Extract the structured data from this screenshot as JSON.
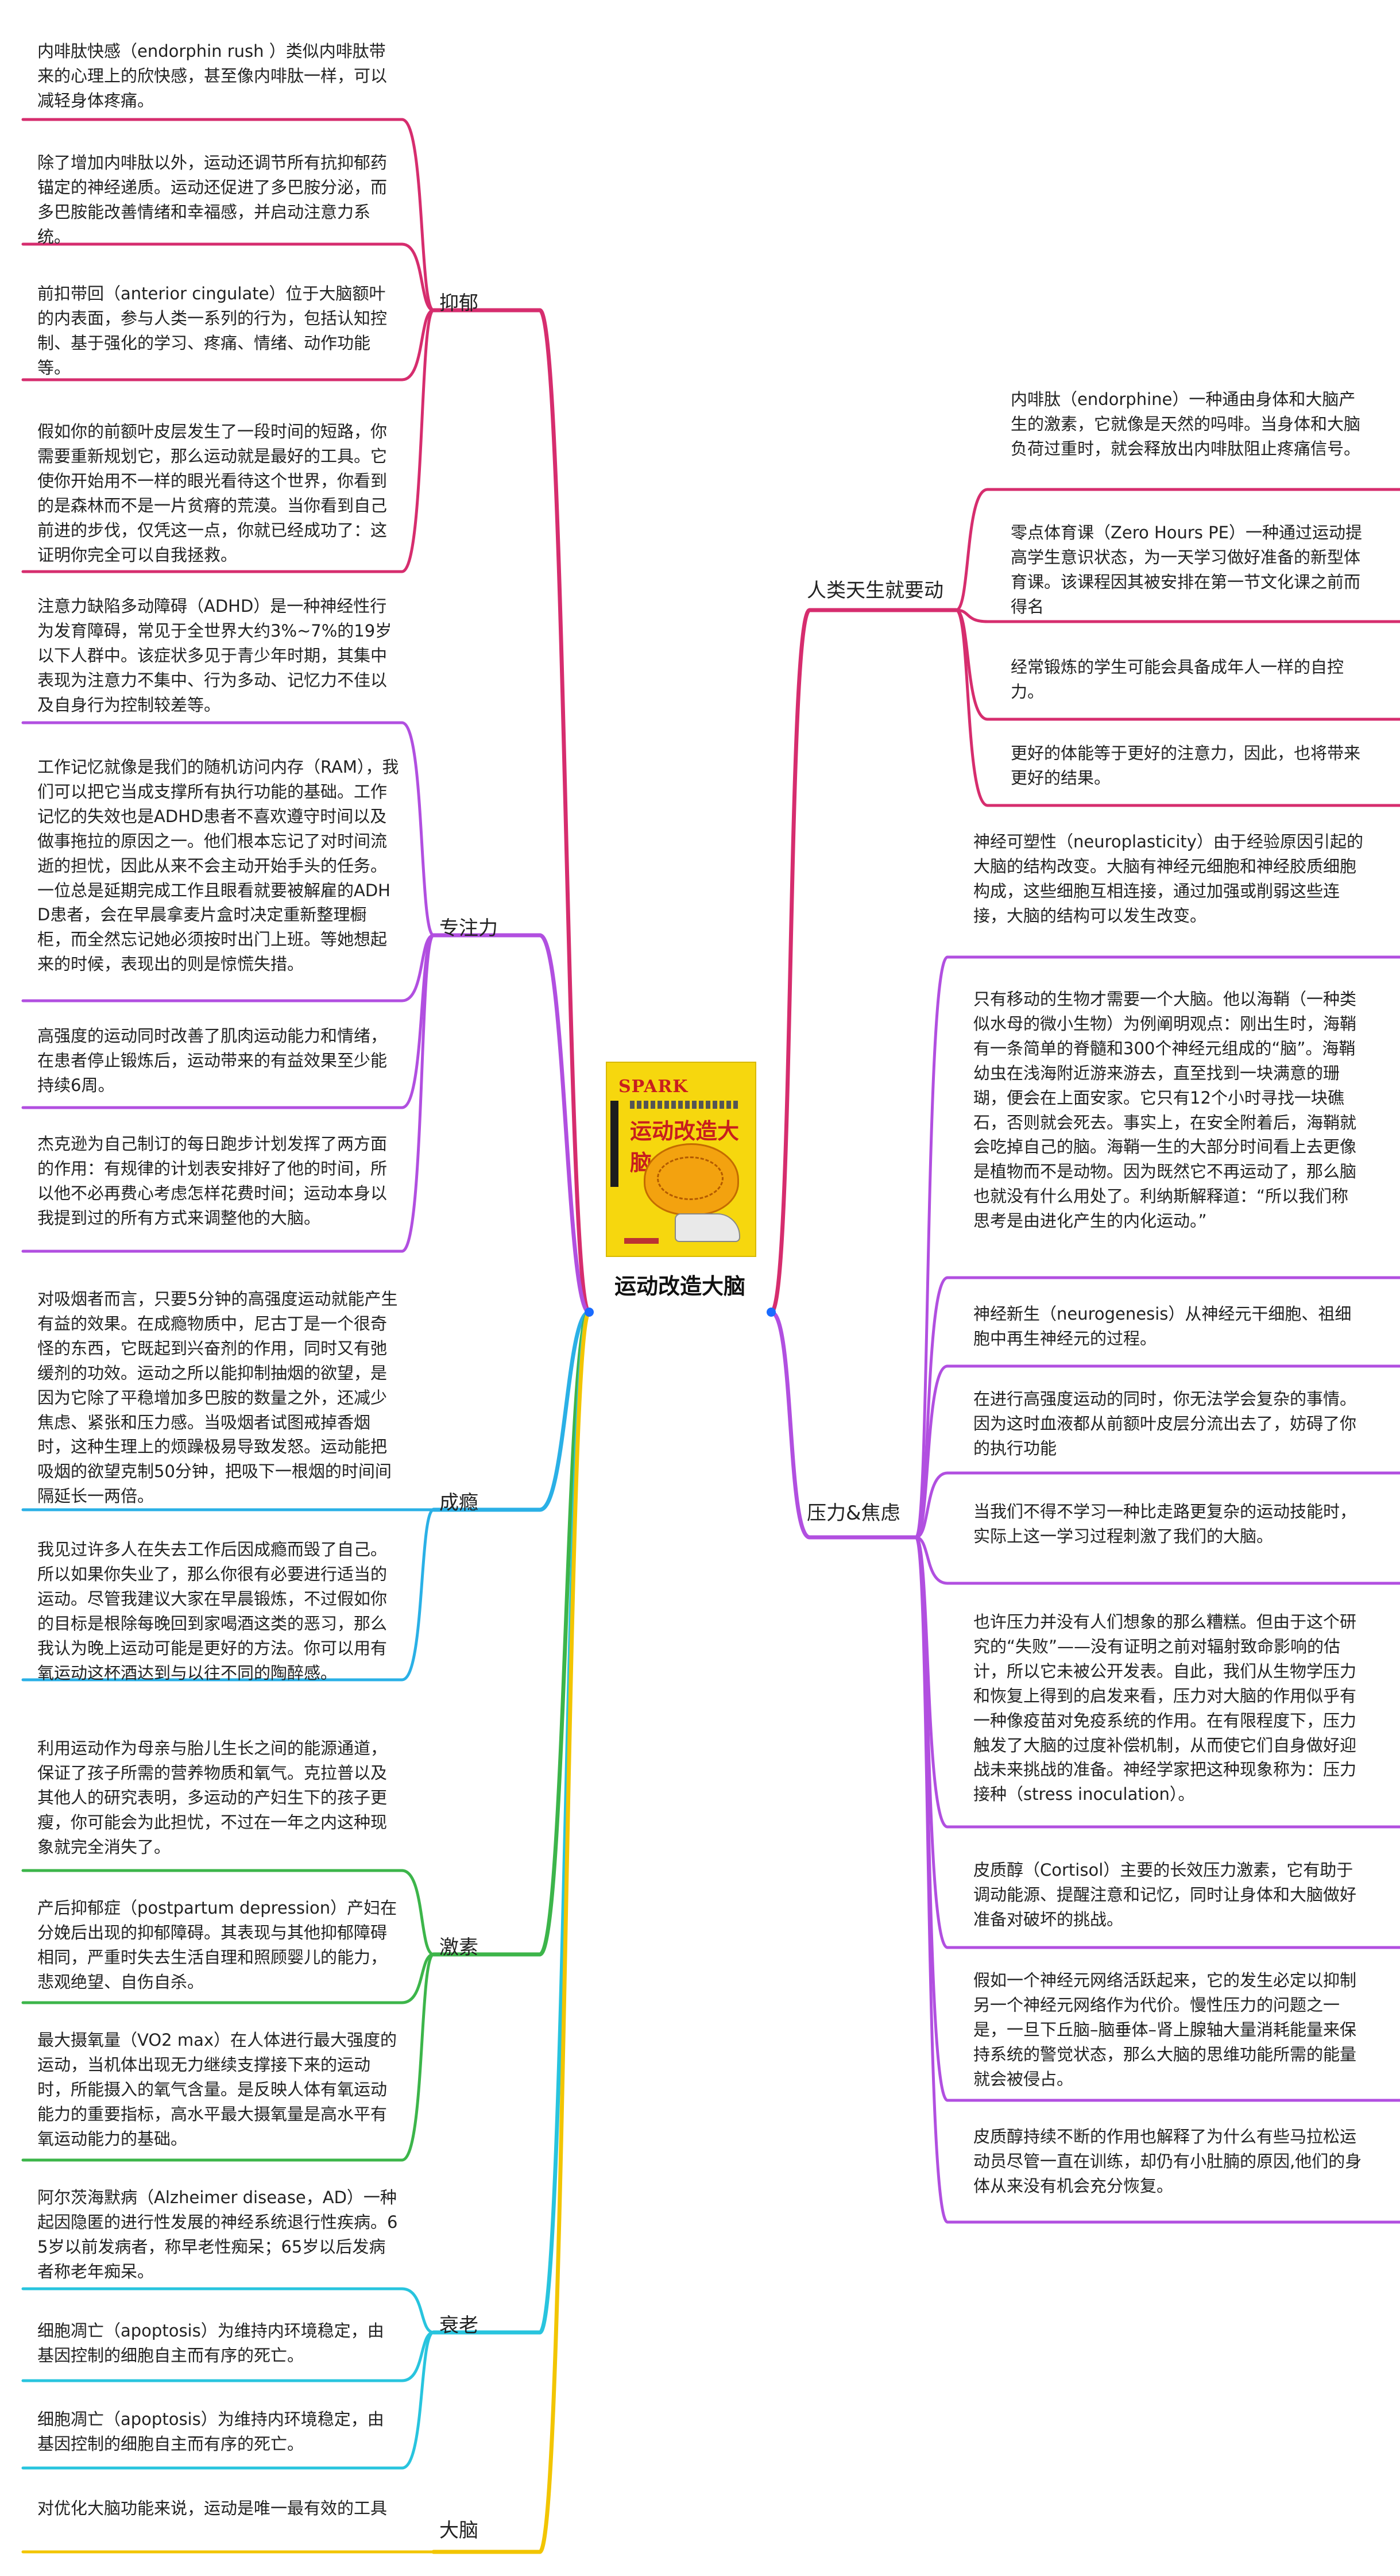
{
  "root": {
    "label": "运动改造大脑",
    "cover": {
      "spark": "SPARK",
      "title": "运动改造大脑"
    }
  },
  "branches": [
    {
      "label": "抑郁",
      "color": "#d62d6e",
      "leaves": [
        "内啡肽快感（endorphin rush ）类似内啡肽带来的心理上的欣快感，甚至像内啡肽一样，可以减轻身体疼痛。",
        "除了增加内啡肽以外，运动还调节所有抗抑郁药锚定的神经递质。运动还促进了多巴胺分泌，而多巴胺能改善情绪和幸福感，并启动注意力系统。",
        "前扣带回（anterior cingulate）位于大脑额叶的内表面，参与人类一系列的行为，包括认知控制、基于强化的学习、疼痛、情绪、动作功能等。",
        "假如你的前额叶皮层发生了一段时间的短路，你需要重新规划它，那么运动就是最好的工具。它使你开始用不一样的眼光看待这个世界，你看到的是森林而不是一片贫瘠的荒漠。当你看到自己前进的步伐，仅凭这一点，你就已经成功了：这证明你完全可以自我拯救。"
      ]
    },
    {
      "label": "专注力",
      "color": "#b14fe0",
      "leaves": [
        "注意力缺陷多动障碍（ADHD）是一种神经性行为发育障碍，常见于全世界大约3%~7%的19岁以下人群中。该症状多见于青少年时期，其集中表现为注意力不集中、行为多动、记忆力不佳以及自身行为控制较差等。",
        "工作记忆就像是我们的随机访问内存（RAM），我们可以把它当成支撑所有执行功能的基础。工作记忆的失效也是ADHD患者不喜欢遵守时间以及做事拖拉的原因之一。他们根本忘记了对时间流逝的担忧，因此从来不会主动开始手头的任务。一位总是延期完成工作且眼看就要被解雇的ADHD患者，会在早晨拿麦片盒时决定重新整理橱柜，而全然忘记她必须按时出门上班。等她想起来的时候，表现出的则是惊慌失措。",
        "高强度的运动同时改善了肌肉运动能力和情绪，在患者停止锻炼后，运动带来的有益效果至少能持续6周。",
        "杰克逊为自己制订的每日跑步计划发挥了两方面的作用：有规律的计划表安排好了他的时间，所以他不必再费心考虑怎样花费时间；运动本身以我提到过的所有方式来调整他的大脑。"
      ]
    },
    {
      "label": "成瘾",
      "color": "#2ab0e6",
      "leaves": [
        "对吸烟者而言，只要5分钟的高强度运动就能产生有益的效果。在成瘾物质中，尼古丁是一个很奇怪的东西，它既起到兴奋剂的作用，同时又有弛缓剂的功效。运动之所以能抑制抽烟的欲望，是因为它除了平稳增加多巴胺的数量之外，还减少焦虑、紧张和压力感。当吸烟者试图戒掉香烟时，这种生理上的烦躁极易导致发怒。运动能把吸烟的欲望克制50分钟，把吸下一根烟的时间间隔延长一两倍。",
        "我见过许多人在失去工作后因成瘾而毁了自己。所以如果你失业了，那么你很有必要进行适当的运动。尽管我建议大家在早晨锻炼，不过假如你的目标是根除每晚回到家喝酒这类的恶习，那么我认为晚上运动可能是更好的方法。你可以用有氧运动这杯酒达到与以往不同的陶醉感。"
      ]
    },
    {
      "label": "激素",
      "color": "#3cb54a",
      "leaves": [
        "利用运动作为母亲与胎儿生长之间的能源通道，保证了孩子所需的营养物质和氧气。克拉普以及其他人的研究表明，多运动的产妇生下的孩子更瘦，你可能会为此担忧，不过在一年之内这种现象就完全消失了。",
        "产后抑郁症（postpartum depression）产妇在分娩后出现的抑郁障碍。其表现与其他抑郁障碍相同，严重时失去生活自理和照顾婴儿的能力，悲观绝望、自伤自杀。",
        "最大摄氧量（VO2 max）在人体进行最大强度的运动，当机体出现无力继续支撑接下来的运动时，所能摄入的氧气含量。是反映人体有氧运动能力的重要指标，高水平最大摄氧量是高水平有氧运动能力的基础。"
      ]
    },
    {
      "label": "衰老",
      "color": "#28c4de",
      "leaves": [
        "阿尔茨海默病（Alzheimer disease，AD）一种起因隐匿的进行性发展的神经系统退行性疾病。65岁以前发病者，称早老性痴呆；65岁以后发病者称老年痴呆。",
        "细胞凋亡（apoptosis）为维持内环境稳定，由基因控制的细胞自主而有序的死亡。",
        "细胞凋亡（apoptosis）为维持内环境稳定，由基因控制的细胞自主而有序的死亡。"
      ]
    },
    {
      "label": "大脑",
      "color": "#f2c500",
      "leaves": [
        "对优化大脑功能来说，运动是唯一最有效的工具"
      ]
    },
    {
      "label": "人类天生就要动",
      "color": "#d62d6e",
      "leaves": [
        "内啡肽（endorphine）一种通由身体和大脑产生的激素，它就像是天然的吗啡。当身体和大脑负荷过重时，就会释放出内啡肽阻止疼痛信号。",
        " 零点体育课（Zero Hours PE）一种通过运动提高学生意识状态，为一天学习做好准备的新型体育课。该课程因其被安排在第一节文化课之前而得名",
        "经常锻炼的学生可能会具备成年人一样的自控力。",
        "更好的体能等于更好的注意力，因此，也将带来更好的结果。"
      ]
    },
    {
      "label": "压力&焦虑",
      "color": "#b14fe0",
      "leaves": [
        "神经可塑性（neuroplasticity）由于经验原因引起的大脑的结构改变。大脑有神经元细胞和神经胶质细胞构成，这些细胞互相连接，通过加强或削弱这些连接，大脑的结构可以发生改变。",
        "只有移动的生物才需要一个大脑。他以海鞘（一种类似水母的微小生物）为例阐明观点：刚出生时，海鞘有一条简单的脊髓和300个神经元组成的“脑”。海鞘幼虫在浅海附近游来游去，直至找到一块满意的珊瑚，便会在上面安家。它只有12个小时寻找一块礁石，否则就会死去。事实上，在安全附着后，海鞘就会吃掉自己的脑。海鞘一生的大部分时间看上去更像是植物而不是动物。因为既然它不再运动了，那么脑也就没有什么用处了。利纳斯解释道：“所以我们称思考是由进化产生的内化运动。”",
        "神经新生（neurogenesis）从神经元干细胞、祖细胞中再生神经元的过程。",
        "在进行高强度运动的同时，你无法学会复杂的事情。因为这时血液都从前额叶皮层分流出去了，妨碍了你的执行功能",
        "当我们不得不学习一种比走路更复杂的运动技能时，实际上这一学习过程刺激了我们的大脑。",
        "也许压力并没有人们想象的那么糟糕。但由于这个研究的“失败”——没有证明之前对辐射致命影响的估计，所以它未被公开发表。自此，我们从生物学压力和恢复上得到的启发来看，压力对大脑的作用似乎有一种像疫苗对免疫系统的作用。在有限程度下，压力触发了大脑的过度补偿机制，从而使它们自身做好迎战未来挑战的准备。神经学家把这种现象称为：压力接种（stress inoculation）。",
        "皮质醇（Cortisol）主要的长效压力激素，它有助于调动能源、提醒注意和记忆，同时让身体和大脑做好准备对破坏的挑战。",
        "假如一个神经元网络活跃起来，它的发生必定以抑制另一个神经元网络作为代价。慢性压力的问题之一是，一旦下丘脑–脑垂体–肾上腺轴大量消耗能量来保持系统的警觉状态，那么大脑的思维功能所需的能量就会被侵占。",
        "皮质醇持续不断的作用也解释了为什么有些马拉松运动员尽管一直在训练，却仍有小肚腩的原因,他们的身体从来没有机会充分恢复。"
      ]
    }
  ]
}
